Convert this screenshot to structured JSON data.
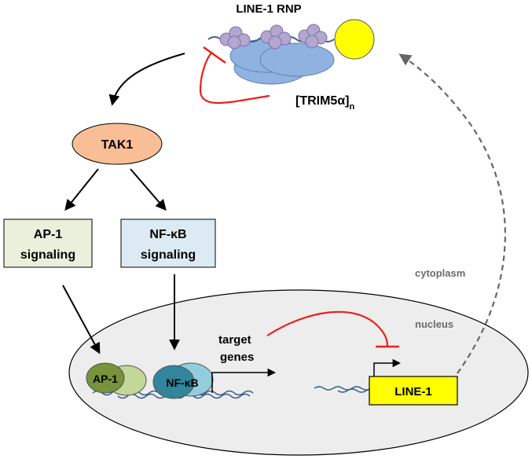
{
  "rnp": {
    "label": "LINE-1 RNP"
  },
  "trim": {
    "label": "[TRIM5α]",
    "subscript": "n"
  },
  "tak1": {
    "label": "TAK1"
  },
  "ap1_box": {
    "line1": "AP-1",
    "line2": "signaling"
  },
  "nfkb_box": {
    "line1": "NF-κB",
    "line2": "signaling"
  },
  "compartments": {
    "cytoplasm": "cytoplasm",
    "nucleus": "nucleus"
  },
  "factors": {
    "ap1": "AP-1",
    "nfkb": "NF-κB"
  },
  "target": {
    "line1": "target",
    "line2": "genes"
  },
  "line1_gene": {
    "label": "LINE-1"
  },
  "colors": {
    "protein_purple": "#b3a6cf",
    "orf2_blue": "#8fb2e0",
    "rnp_yellow": "#ffff00",
    "tak1_orange": "#f9be96",
    "ap1_box_fill": "#ebf0dc",
    "nfkb_box_fill": "#dcebf3",
    "nucleus_fill": "#ededed",
    "ap1_dark": "#77933c",
    "ap1_light": "#c4d79b",
    "nfkb_dark": "#31859c",
    "nfkb_light": "#93cddd",
    "inhibition_red": "#e8211d",
    "dna_blue": "#3b5e8c",
    "gene_yellow": "#ffff00"
  }
}
